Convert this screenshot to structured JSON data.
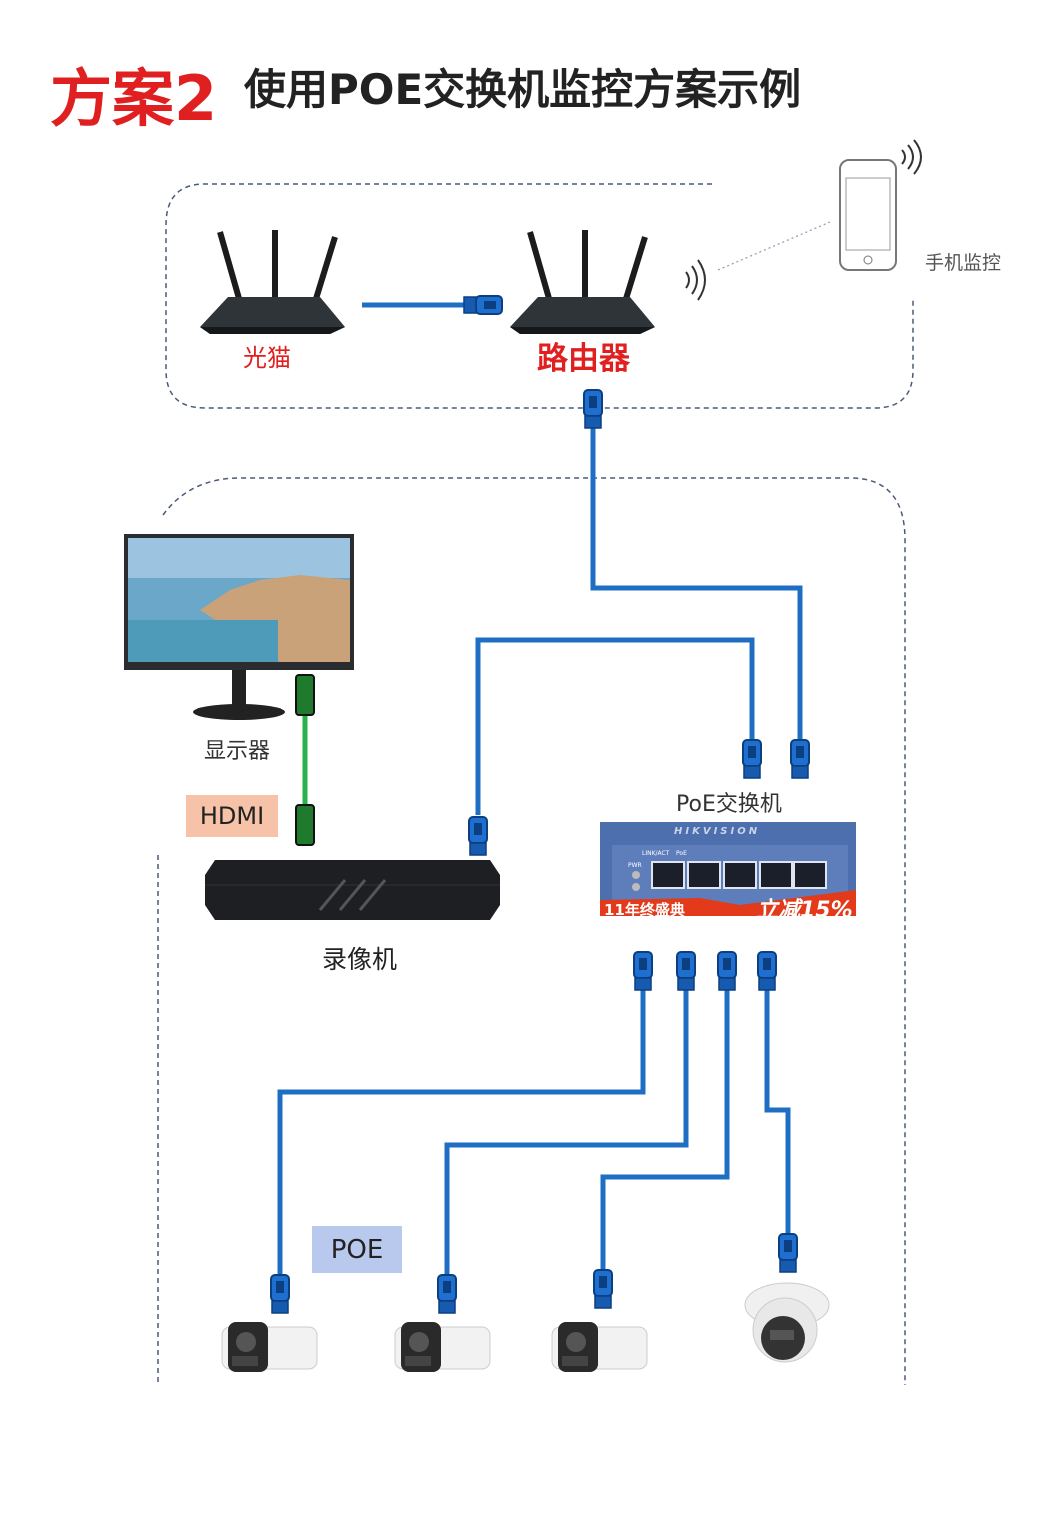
{
  "title": {
    "prefix": "方案2",
    "text": "使用POE交换机监控方案示例"
  },
  "labels": {
    "modem": "光猫",
    "router": "路由器",
    "phone": "手机监控",
    "monitor": "显示器",
    "hdmi": "HDMI",
    "nvr": "录像机",
    "switch": "PoE交换机",
    "poe": "POE"
  },
  "switch_panel": {
    "brand": "HIKVISION",
    "link_act": "LINK/ACT",
    "poe": "PoE",
    "pwr": "PWR",
    "banner_left": "11年终盛典",
    "banner_right": "立减15%"
  },
  "colors": {
    "cable": "#1e6fc4",
    "hdmi_cable": "#27b24a",
    "title_red": "#e02020",
    "hdmi_box": "#f6c3a8",
    "poe_box": "#b9c9ee"
  }
}
